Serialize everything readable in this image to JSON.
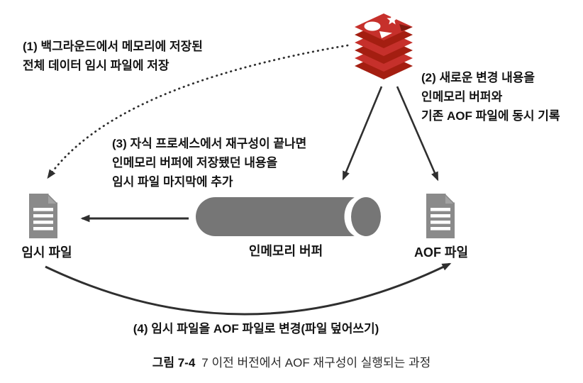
{
  "title": "AOF rewrite process diagram (before Redis 7)",
  "colors": {
    "redis_red": "#C6302B",
    "redis_dark_red": "#A41E11",
    "file_icon_gray": "#8a8a8a",
    "cylinder_gray": "#767676",
    "arrow_color": "#2f2f2f",
    "text_color": "#141414"
  },
  "icons": {
    "redis": "redis-stack-logo",
    "temp_file": "document-icon",
    "aof_file": "document-icon",
    "buffer": "cylinder-shape"
  },
  "steps": {
    "step1_line1": "(1) 백그라운드에서 메모리에 저장된",
    "step1_line2": "전체 데이터 임시 파일에 저장",
    "step2_line1": "(2) 새로운 변경 내용을",
    "step2_line2": "인메모리 버퍼와",
    "step2_line3": "기존 AOF 파일에 동시 기록",
    "step3_line1": "(3) 자식 프로세스에서 재구성이 끝나면",
    "step3_line2": "인메모리 버퍼에 저장됐던 내용을",
    "step3_line3": "임시 파일 마지막에 추가",
    "step4": "(4) 임시 파일을 AOF 파일로 변경(파일 덮어쓰기)"
  },
  "nodes": {
    "temp_file_label": "임시 파일",
    "buffer_label": "인메모리 버퍼",
    "aof_file_label": "AOF 파일"
  },
  "caption": {
    "figure_label": "그림 7-4",
    "text": "7 이전 버전에서 AOF 재구성이 실행되는 과정"
  }
}
